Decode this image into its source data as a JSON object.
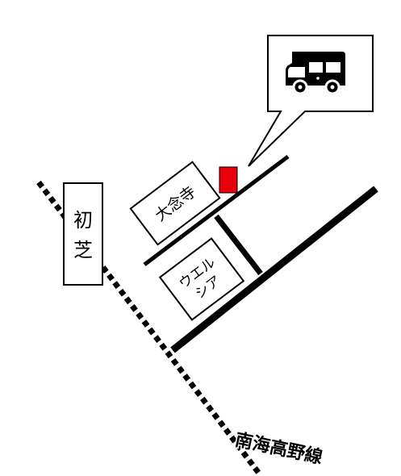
{
  "map": {
    "labels": {
      "station": [
        "初",
        "芝"
      ],
      "temple": "大念寺",
      "store": [
        "ウエル",
        "シア"
      ],
      "railway": "南海高野線"
    },
    "icons": {
      "callout": "camper-van-icon",
      "destination": "destination-marker-icon"
    },
    "colors": {
      "background": "#ffffff",
      "line": "#000000",
      "marker": "#e8000b"
    }
  }
}
